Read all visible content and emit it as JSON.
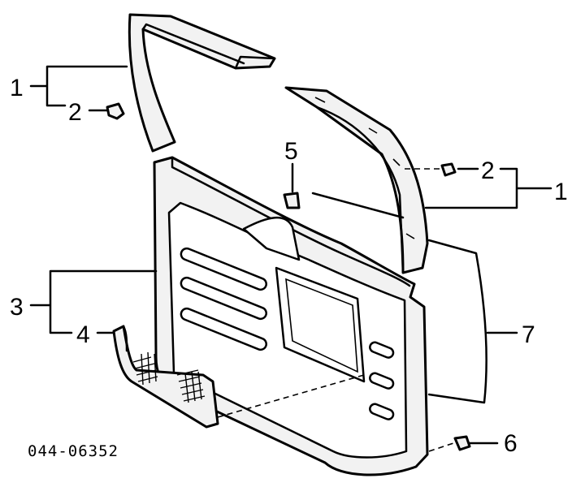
{
  "callouts": {
    "c1_left": "1",
    "c2_left": "2",
    "c5": "5",
    "c2_right": "2",
    "c1_right": "1",
    "c3": "3",
    "c4": "4",
    "c7": "7",
    "c6": "6"
  },
  "diagram_code": "044-06352"
}
